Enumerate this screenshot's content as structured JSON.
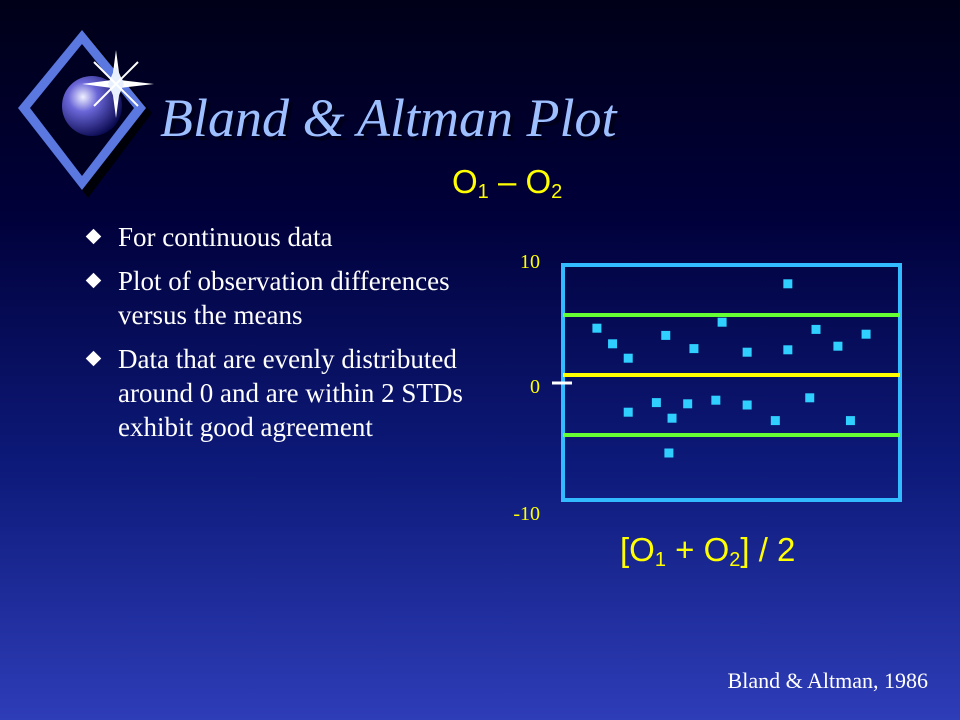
{
  "slide": {
    "title": "Bland & Altman Plot",
    "bullets": [
      "For continuous data",
      "Plot of observation differences versus the means",
      "Data that are evenly distributed around 0 and are within 2 STDs exhibit good agreement"
    ],
    "source": "Bland & Altman, 1986",
    "logo_icon": "sparkle-diamond-icon",
    "bullet_icon": "diamond-bullet-icon"
  },
  "chart_data": {
    "type": "scatter",
    "title": "",
    "ylabel": {
      "prefix": "O",
      "sub1": "1",
      "mid": " – O",
      "sub2": "2"
    },
    "xlabel": {
      "pre": "[O",
      "sub1": "1",
      "mid": " + O",
      "sub2": "2",
      "post": "] / 2"
    },
    "y_ticks": [
      "10",
      "0",
      "-10"
    ],
    "ylim": [
      -10,
      10
    ],
    "xlim": [
      0,
      10
    ],
    "reference_lines": [
      {
        "name": "mean",
        "y": 0,
        "color": "#ffff00"
      },
      {
        "name": "+2SD",
        "y": 5,
        "color": "#66ff33"
      },
      {
        "name": "-2SD",
        "y": -5,
        "color": "#66ff33"
      }
    ],
    "points": [
      {
        "x": 0.7,
        "y": 3.9
      },
      {
        "x": 1.2,
        "y": 2.6
      },
      {
        "x": 1.7,
        "y": 1.4
      },
      {
        "x": 2.9,
        "y": 3.3
      },
      {
        "x": 3.8,
        "y": 2.2
      },
      {
        "x": 4.7,
        "y": 4.4
      },
      {
        "x": 5.5,
        "y": 1.9
      },
      {
        "x": 6.8,
        "y": 2.1
      },
      {
        "x": 6.8,
        "y": 7.6
      },
      {
        "x": 7.7,
        "y": 3.8
      },
      {
        "x": 8.4,
        "y": 2.4
      },
      {
        "x": 9.3,
        "y": 3.4
      },
      {
        "x": 1.7,
        "y": -3.1
      },
      {
        "x": 2.6,
        "y": -2.3
      },
      {
        "x": 3.1,
        "y": -3.6
      },
      {
        "x": 3.6,
        "y": -2.4
      },
      {
        "x": 4.5,
        "y": -2.1
      },
      {
        "x": 5.5,
        "y": -2.5
      },
      {
        "x": 6.4,
        "y": -3.8
      },
      {
        "x": 7.5,
        "y": -1.9
      },
      {
        "x": 8.8,
        "y": -3.8
      },
      {
        "x": 3.0,
        "y": -6.5
      }
    ],
    "colors": {
      "frame": "#33bbff",
      "points": "#2fcfff",
      "tick_text": "#ffff00"
    }
  }
}
